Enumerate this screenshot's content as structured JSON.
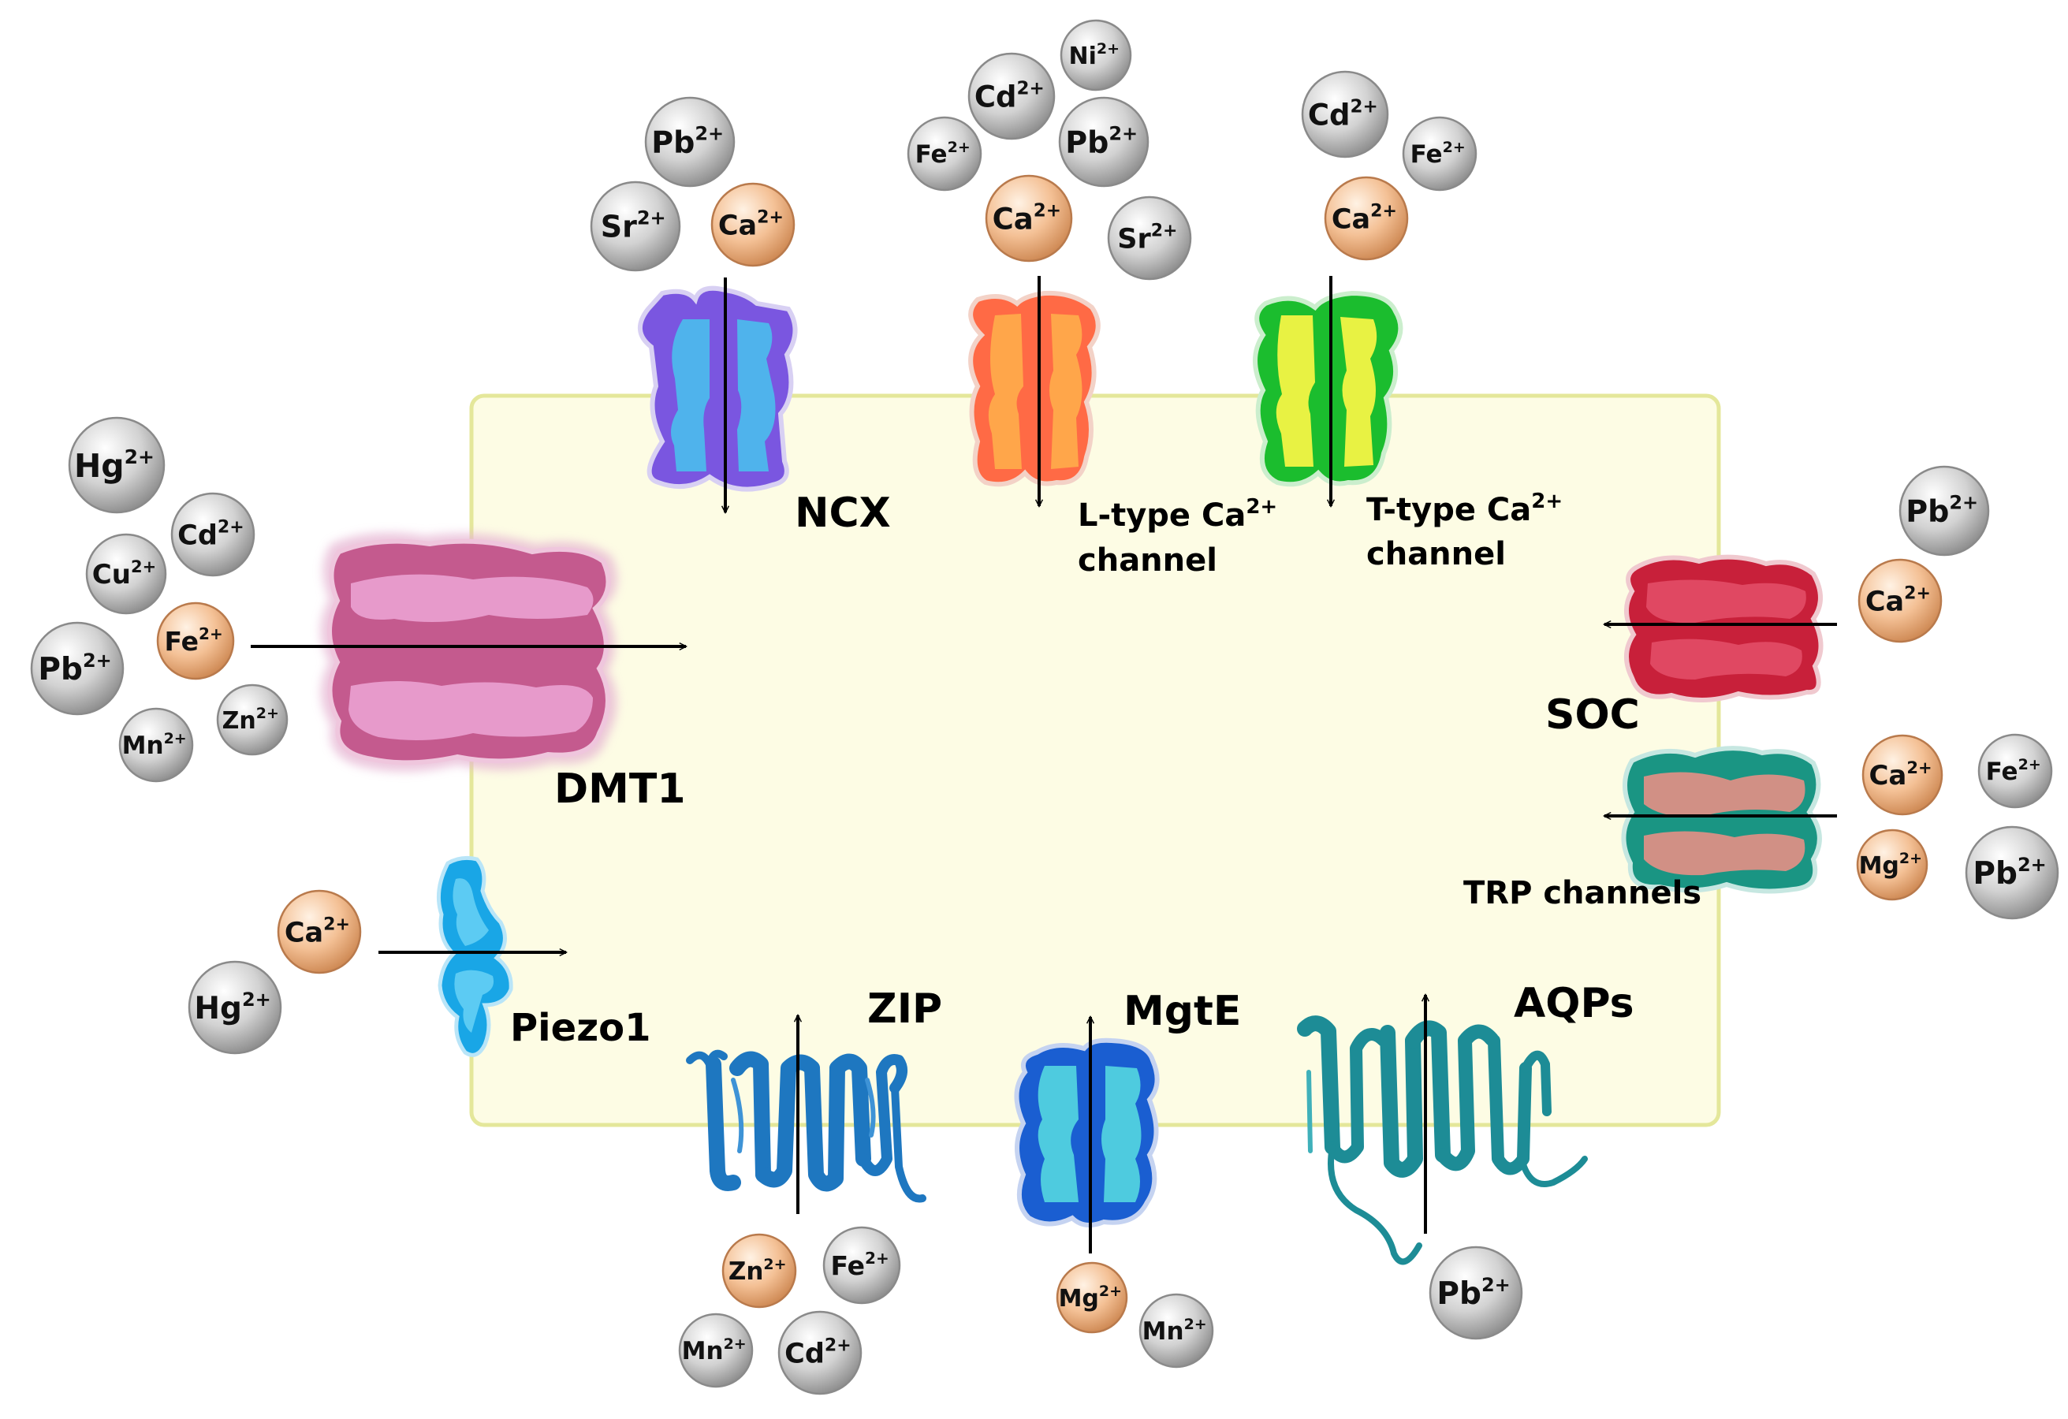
{
  "labels": {
    "ncx": "NCX",
    "ltype": [
      "L-type Ca",
      "2+",
      "channel"
    ],
    "ttype": [
      "T-type Ca",
      "2+",
      "channel"
    ],
    "soc": "SOC",
    "dmt1": "DMT1",
    "trp": "TRP channels",
    "piezo1": "Piezo1",
    "zip": "ZIP",
    "mgte": "MgtE",
    "aqps": "AQPs"
  },
  "ion_charge": "2+",
  "colors": {
    "membrane_fill": "#fdfce4",
    "membrane_stroke": "#e4e79a",
    "ion_grey": "#bdbdbd",
    "ion_orange": "#f2b98b",
    "ncx": [
      "#7a56e0",
      "#4fb3ec"
    ],
    "ltype": [
      "#ff6a45",
      "#ffa64a"
    ],
    "ttype": [
      "#1bbd2e",
      "#e8f243"
    ],
    "soc": [
      "#c8203a",
      "#e04862"
    ],
    "dmt1": [
      "#c45a8e",
      "#e79acb"
    ],
    "trp": [
      "#1a9583",
      "#d19085"
    ],
    "piezo1": [
      "#19a6e6",
      "#5ccbf3"
    ],
    "zip": "#1e77c0",
    "mgte": [
      "#1a5ed1",
      "#4ecbdf"
    ],
    "aqps": "#1d8c96"
  },
  "ions": [
    {
      "id": "ncx-pb",
      "el": "Pb",
      "type": "grey"
    },
    {
      "id": "ncx-sr",
      "el": "Sr",
      "type": "grey"
    },
    {
      "id": "ncx-ca",
      "el": "Ca",
      "type": "orange"
    },
    {
      "id": "lt-ni",
      "el": "Ni",
      "type": "grey"
    },
    {
      "id": "lt-cd",
      "el": "Cd",
      "type": "grey"
    },
    {
      "id": "lt-pb",
      "el": "Pb",
      "type": "grey"
    },
    {
      "id": "lt-fe",
      "el": "Fe",
      "type": "grey"
    },
    {
      "id": "lt-ca",
      "el": "Ca",
      "type": "orange"
    },
    {
      "id": "lt-sr",
      "el": "Sr",
      "type": "grey"
    },
    {
      "id": "tt-cd",
      "el": "Cd",
      "type": "grey"
    },
    {
      "id": "tt-fe",
      "el": "Fe",
      "type": "grey"
    },
    {
      "id": "tt-ca",
      "el": "Ca",
      "type": "orange"
    },
    {
      "id": "dm-hg",
      "el": "Hg",
      "type": "grey"
    },
    {
      "id": "dm-cd",
      "el": "Cd",
      "type": "grey"
    },
    {
      "id": "dm-cu",
      "el": "Cu",
      "type": "grey"
    },
    {
      "id": "dm-fe",
      "el": "Fe",
      "type": "orange"
    },
    {
      "id": "dm-pb",
      "el": "Pb",
      "type": "grey"
    },
    {
      "id": "dm-zn",
      "el": "Zn",
      "type": "grey"
    },
    {
      "id": "dm-mn",
      "el": "Mn",
      "type": "grey"
    },
    {
      "id": "soc-pb",
      "el": "Pb",
      "type": "grey"
    },
    {
      "id": "soc-ca",
      "el": "Ca",
      "type": "orange"
    },
    {
      "id": "trp-ca",
      "el": "Ca",
      "type": "orange"
    },
    {
      "id": "trp-fe",
      "el": "Fe",
      "type": "grey"
    },
    {
      "id": "trp-mg",
      "el": "Mg",
      "type": "orange"
    },
    {
      "id": "trp-pb",
      "el": "Pb",
      "type": "grey"
    },
    {
      "id": "pz-ca",
      "el": "Ca",
      "type": "orange"
    },
    {
      "id": "pz-hg",
      "el": "Hg",
      "type": "grey"
    },
    {
      "id": "zip-zn",
      "el": "Zn",
      "type": "orange"
    },
    {
      "id": "zip-fe",
      "el": "Fe",
      "type": "grey"
    },
    {
      "id": "zip-mn",
      "el": "Mn",
      "type": "grey"
    },
    {
      "id": "zip-cd",
      "el": "Cd",
      "type": "grey"
    },
    {
      "id": "mg-mg",
      "el": "Mg",
      "type": "orange"
    },
    {
      "id": "mg-mn",
      "el": "Mn",
      "type": "grey"
    },
    {
      "id": "aq-pb",
      "el": "Pb",
      "type": "grey"
    }
  ]
}
